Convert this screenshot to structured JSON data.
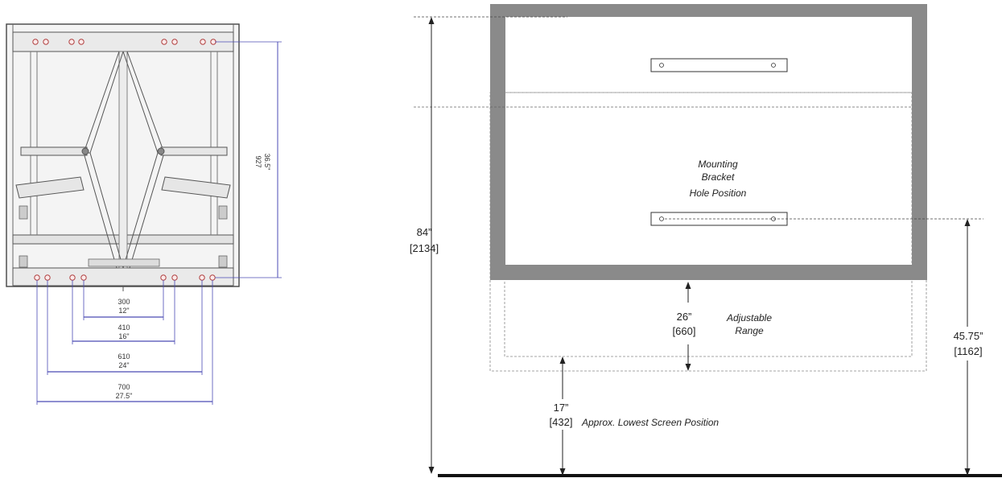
{
  "left_drawing": {
    "vertical_dim": {
      "mm": "927",
      "inch": "36.5\""
    },
    "horizontal_dims": [
      {
        "mm": "300",
        "inch": "12\""
      },
      {
        "mm": "410",
        "inch": "16\""
      },
      {
        "mm": "610",
        "inch": "24\""
      },
      {
        "mm": "700",
        "inch": "27.5\""
      }
    ]
  },
  "right_drawing": {
    "total_height": {
      "inch": "84”",
      "mm": "[2134]"
    },
    "mounting_label": [
      "Mounting",
      "Bracket",
      "Hole Position"
    ],
    "adjust": {
      "inch": "26”",
      "mm": "[660]",
      "label": [
        "Adjustable",
        "Range"
      ]
    },
    "bracket_height": {
      "inch": "45.75”",
      "mm": "[1162]"
    },
    "lowest": {
      "inch": "17”",
      "mm": "[432]",
      "label": "Approx. Lowest Screen Position"
    }
  }
}
